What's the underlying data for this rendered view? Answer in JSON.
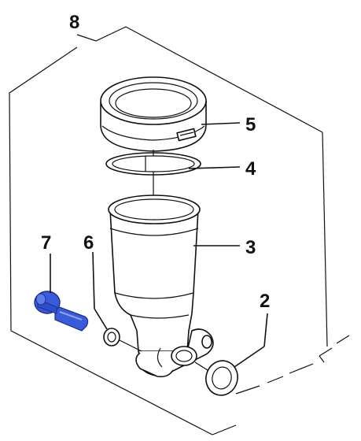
{
  "callouts": {
    "c8": "8",
    "c5": "5",
    "c4": "4",
    "c7": "7",
    "c6": "6",
    "c3": "3",
    "c2": "2"
  },
  "colors": {
    "line": "#111111",
    "highlight_part": "#3a5bd9"
  }
}
